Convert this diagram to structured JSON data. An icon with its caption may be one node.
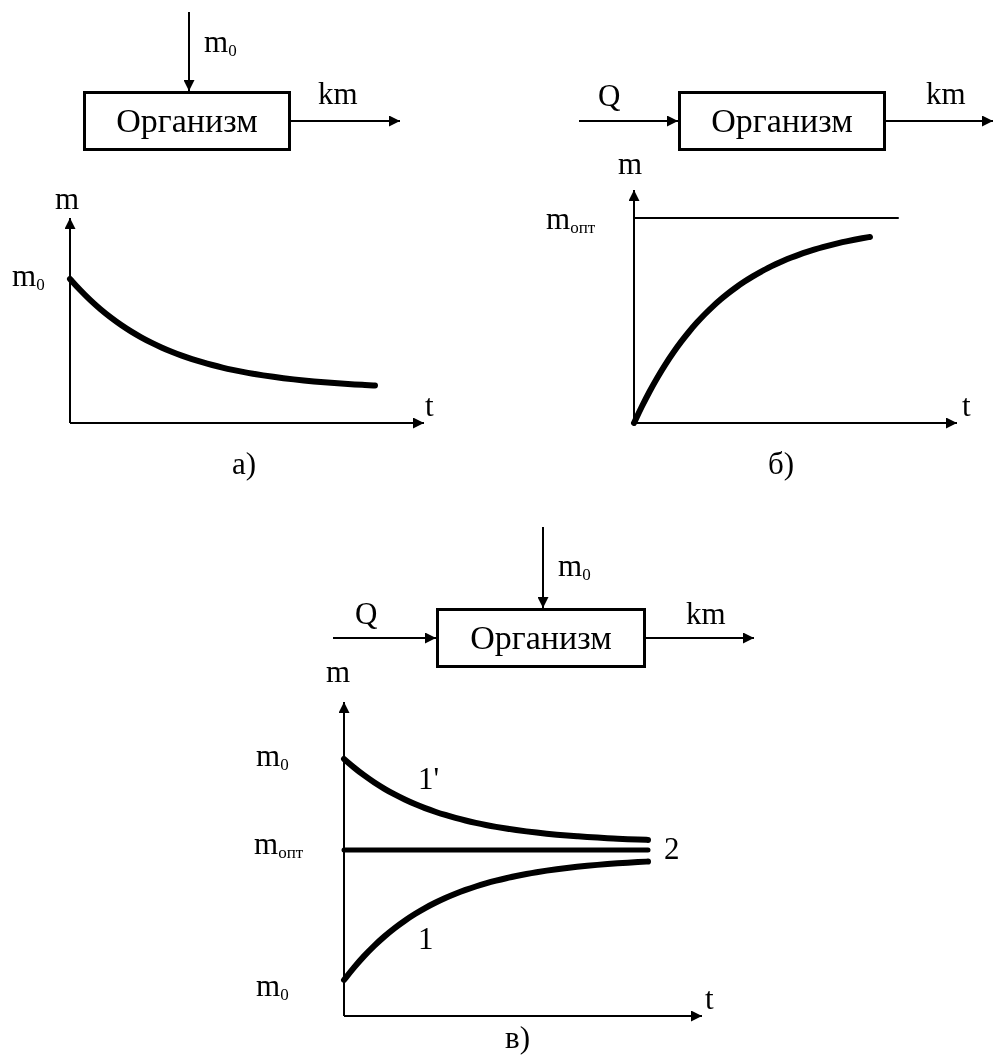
{
  "diagram": {
    "nodes": [
      {
        "text": [
          "Организм"
        ]
      },
      {
        "text": [
          "Организм"
        ]
      },
      {
        "text": [
          "Организм"
        ]
      }
    ],
    "edges": [
      {
        "from": null,
        "to": 0,
        "arrow": "to",
        "label": "m$_{0}$"
      },
      {
        "from": 0,
        "to": null,
        "arrow": "to",
        "label": "km"
      },
      {
        "from": null,
        "to": 1,
        "arrow": "to",
        "label": "Q"
      },
      {
        "from": 1,
        "to": null,
        "arrow": "to",
        "label": "km"
      },
      {
        "from": null,
        "to": 2,
        "arrow": "to",
        "label": "Q"
      },
      {
        "from": null,
        "to": 2,
        "arrow": "to",
        "label": "m$_{0}$"
      },
      {
        "from": 2,
        "to": null,
        "arrow": "to",
        "label": "km"
      }
    ],
    "labels": [
      "m",
      "m$_{0}$",
      "t",
      "а)",
      "m",
      "m$_{опт}$",
      "t",
      "б)",
      "m",
      "m$_{0}$",
      "1'",
      "m$_{опт}$",
      "2",
      "1",
      "m$_{0}$",
      "t",
      "в)"
    ]
  }
}
